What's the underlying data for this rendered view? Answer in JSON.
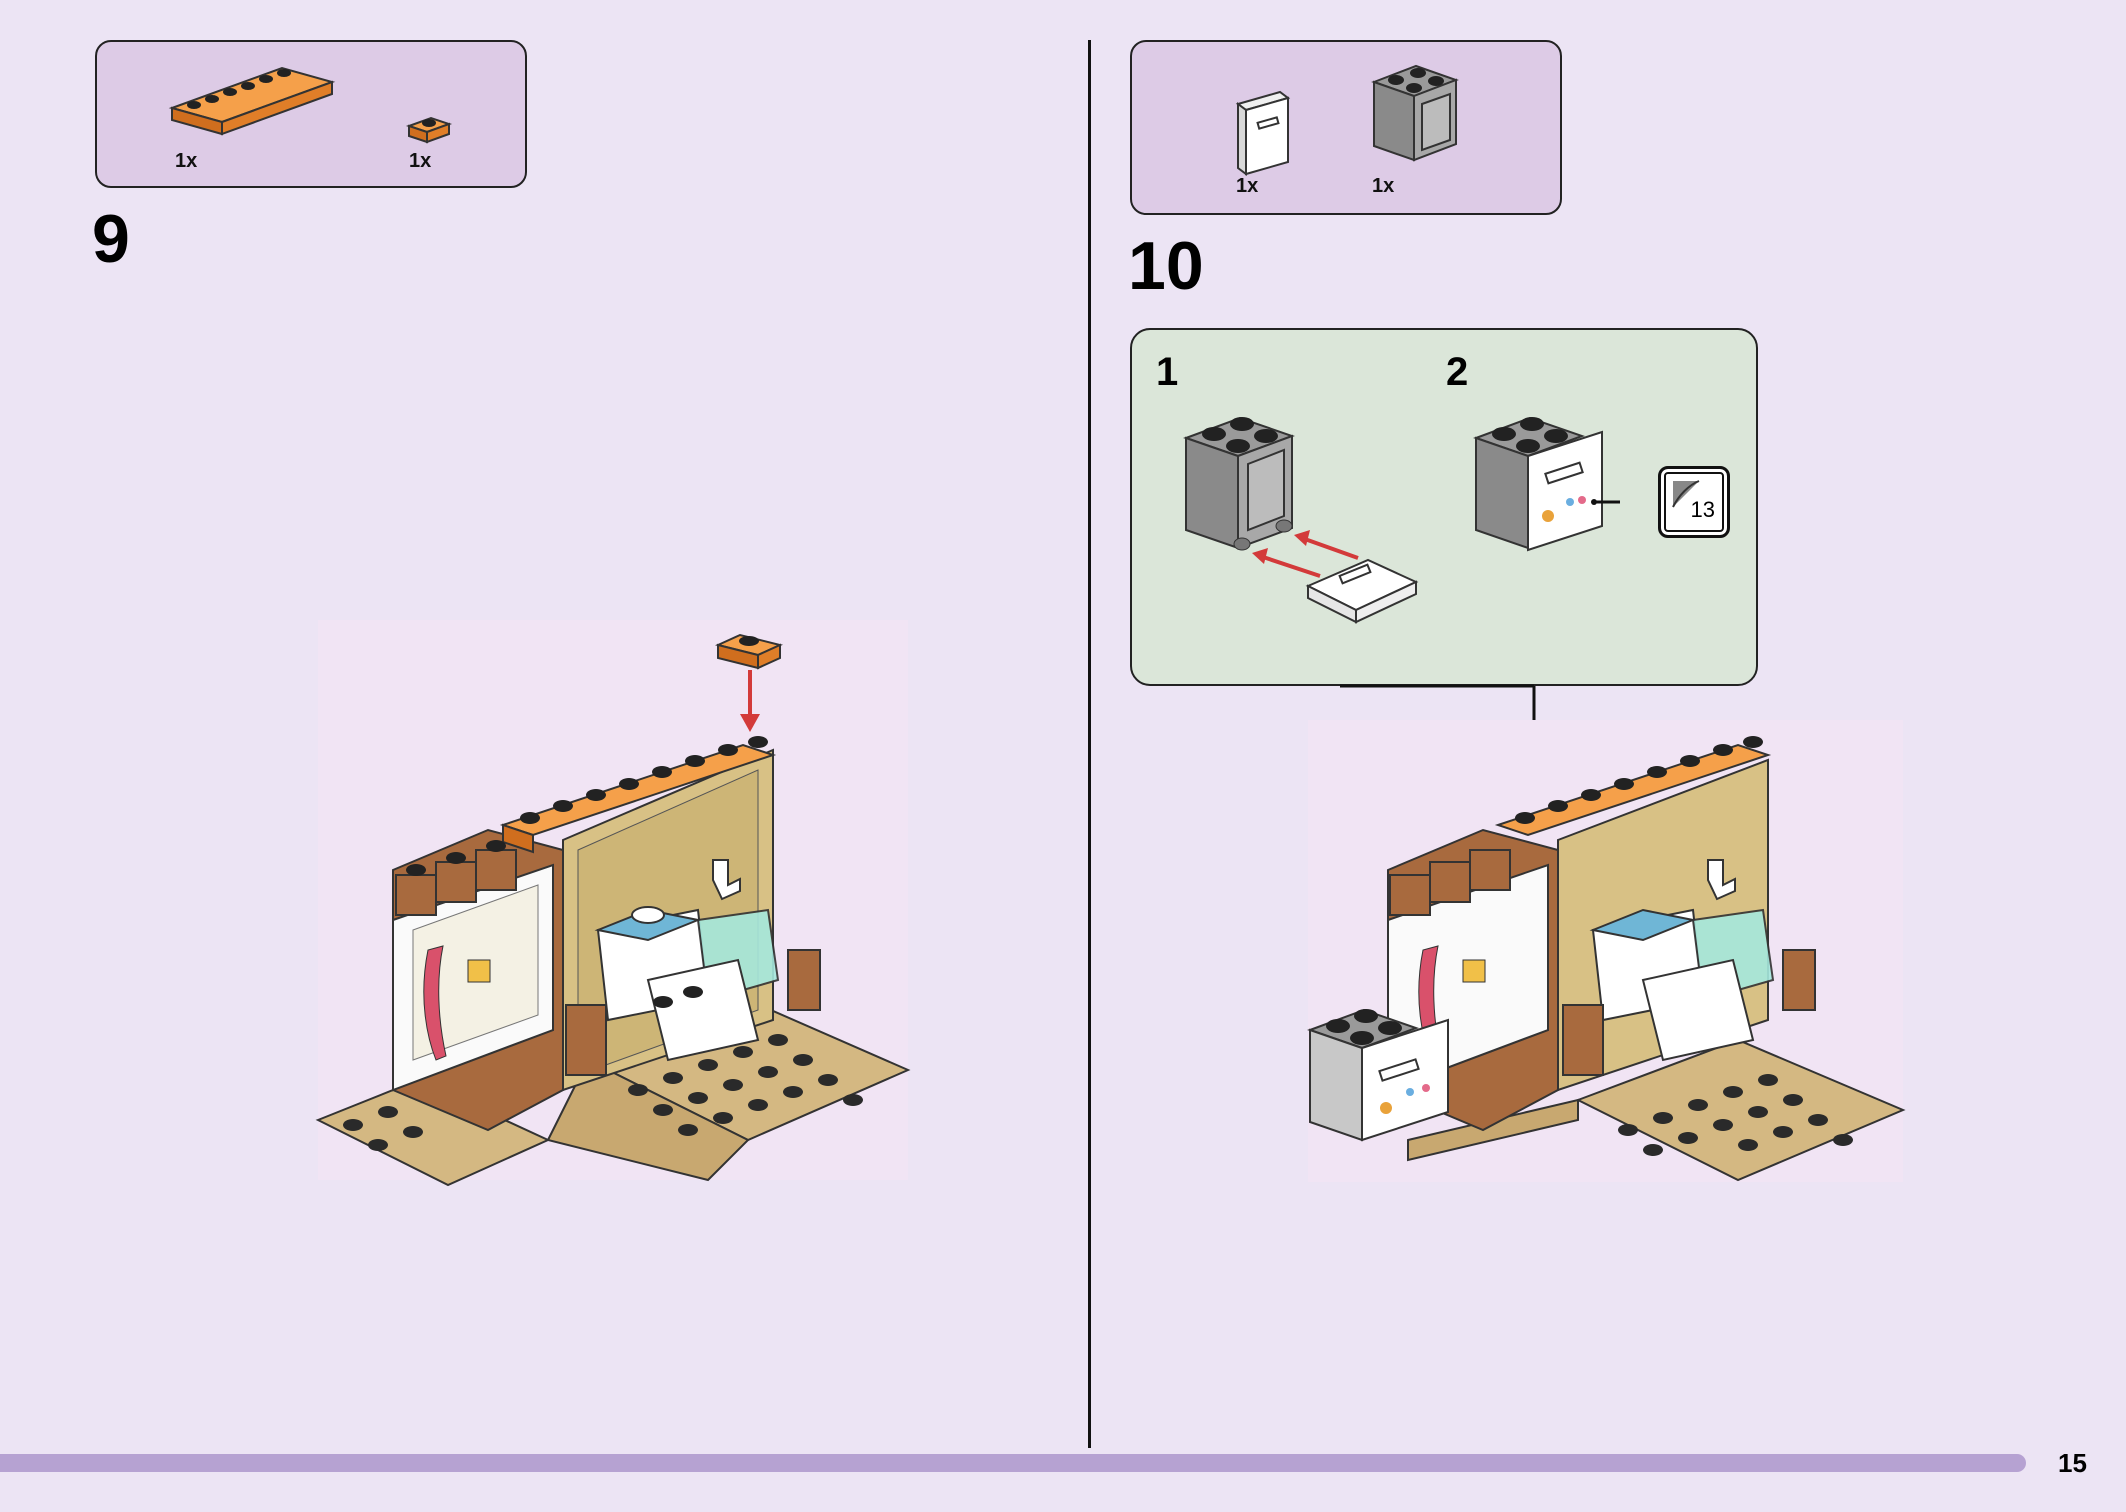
{
  "step9": {
    "number": "9",
    "parts": [
      {
        "name": "orange-plate-1x6",
        "qty": "1x",
        "color": "#f08a2c"
      },
      {
        "name": "orange-plate-1x1",
        "qty": "1x",
        "color": "#f08a2c"
      }
    ]
  },
  "step10": {
    "number": "10",
    "parts": [
      {
        "name": "white-oven-door",
        "qty": "1x",
        "color": "#ffffff"
      },
      {
        "name": "gray-cupboard-2x2",
        "qty": "1x",
        "color": "#9a9a9a"
      }
    ],
    "substeps": [
      {
        "number": "1"
      },
      {
        "number": "2",
        "sticker": "13"
      }
    ]
  },
  "page_number": "15",
  "colors": {
    "page_bg": "#ece4f4",
    "parts_box": "#ddcbe6",
    "callout_bg": "#dbe6d9",
    "bar": "#b6a2d2",
    "arrow": "#d33a3a"
  }
}
